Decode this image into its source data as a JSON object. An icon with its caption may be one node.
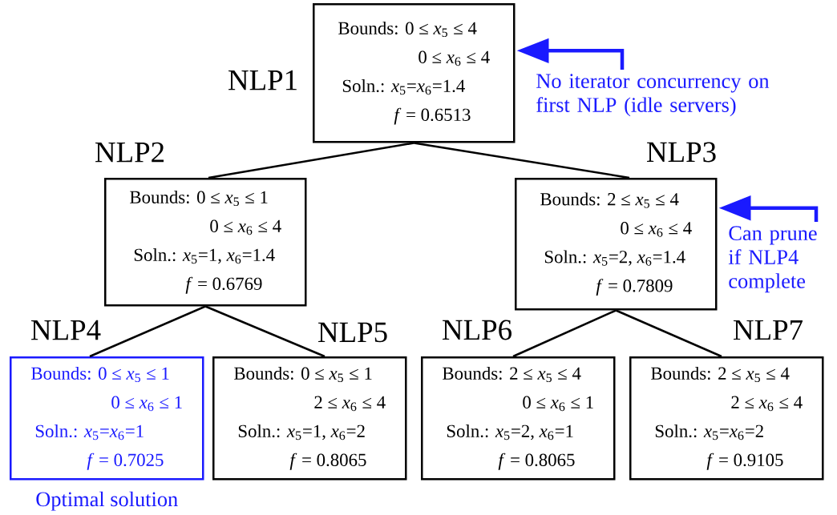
{
  "diagram": {
    "nodes": [
      {
        "text": [
          "NLP1",
          "Bounds: 0 ≤ *x*$_{5}$ ≤ 4",
          "0 ≤ *x*$_{6}$ ≤ 4",
          "Soln.: *x*$_{5}$=*x*$_{6}$=1.4",
          "*f* = 0.6513"
        ]
      },
      {
        "text": [
          "NLP2",
          "Bounds: 0 ≤ *x*$_{5}$ ≤ 1",
          "0 ≤ *x*$_{6}$ ≤ 4",
          "Soln.: *x*$_{5}$=1, *x*$_{6}$=1.4",
          "*f* = 0.6769"
        ]
      },
      {
        "text": [
          "NLP3",
          "Bounds: 2 ≤ *x*$_{5}$ ≤ 4",
          "0 ≤ *x*$_{6}$ ≤ 4",
          "Soln.: *x*$_{5}$=2, *x*$_{6}$=1.4",
          "*f* = 0.7809"
        ]
      },
      {
        "text": [
          "NLP4",
          "Bounds: 0 ≤ *x*$_{5}$ ≤ 1",
          "0 ≤ *x*$_{6}$ ≤ 1",
          "Soln.: *x*$_{5}$=*x*$_{6}$=1",
          "*f* = 0.7025"
        ],
        "beside": [
          "Optimal solution"
        ]
      },
      {
        "text": [
          "NLP5",
          "Bounds: 0 ≤ *x*$_{5}$ ≤ 1",
          "2 ≤ *x*$_{6}$ ≤ 4",
          "Soln.: *x*$_{5}$=1, *x*$_{6}$=2",
          "*f* = 0.8065"
        ]
      },
      {
        "text": [
          "NLP6",
          "Bounds: 2 ≤ *x*$_{5}$ ≤ 4",
          "0 ≤ *x*$_{6}$ ≤ 1",
          "Soln.: *x*$_{5}$=2, *x*$_{6}$=1",
          "*f* = 0.8065"
        ]
      },
      {
        "text": [
          "NLP7",
          "Bounds: 2 ≤ *x*$_{5}$ ≤ 4",
          "2 ≤ *x*$_{6}$ ≤ 4",
          "Soln.: *x*$_{5}$=*x*$_{6}$=2",
          "*f* = 0.9105"
        ]
      },
      {
        "text": [
          "No iterator concurrency on first NLP (idle servers)"
        ]
      },
      {
        "text": [
          "Can prune if NLP4 complete"
        ]
      }
    ],
    "edges": [
      {
        "from": 0,
        "to": 1,
        "arrow": "none"
      },
      {
        "from": 0,
        "to": 2,
        "arrow": "none"
      },
      {
        "from": 1,
        "to": 3,
        "arrow": "none"
      },
      {
        "from": 1,
        "to": 4,
        "arrow": "none"
      },
      {
        "from": 2,
        "to": 5,
        "arrow": "none"
      },
      {
        "from": 2,
        "to": 6,
        "arrow": "none"
      },
      {
        "from": 7,
        "to": 0,
        "arrow": "to",
        "style": "thick",
        "color": "#1a1aff"
      },
      {
        "from": 8,
        "to": 2,
        "arrow": "to",
        "style": "thick",
        "color": "#1a1aff"
      }
    ]
  }
}
